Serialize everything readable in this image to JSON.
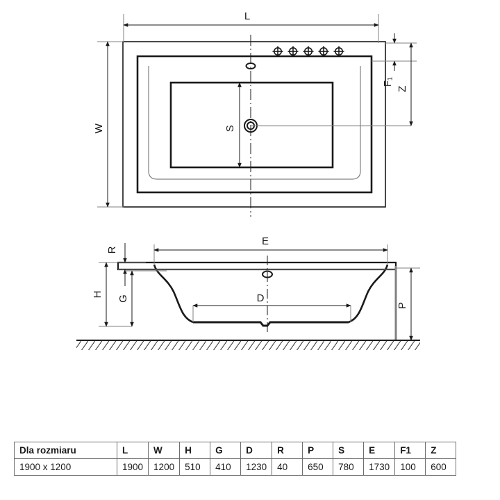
{
  "drawing": {
    "title": "Bathtub technical drawing",
    "top_view": {
      "name": "top-view",
      "dimension_labels": {
        "length": "L",
        "width": "W",
        "seat": "S",
        "flange": "F₁",
        "z": "Z"
      },
      "holes_count": 5,
      "hole_icon": "crosshair-hole-icon",
      "drain_icon": "drain-icon",
      "overflow_icon": "overflow-hole-icon"
    },
    "side_view": {
      "name": "side-view",
      "dimension_labels": {
        "rim": "R",
        "height": "H",
        "depth_inner": "G",
        "top_length": "E",
        "bottom_length": "D",
        "floor_height": "P"
      },
      "ground_icon": "ground-hatch-icon",
      "overflow_icon": "overflow-hole-icon",
      "leg_icon": "support-leg-icon"
    }
  },
  "spec_table": {
    "name": "specification-table",
    "headers": [
      "Dla rozmiaru",
      "L",
      "W",
      "H",
      "G",
      "D",
      "R",
      "P",
      "S",
      "E",
      "F1",
      "Z"
    ],
    "rows": [
      [
        "1900 x 1200",
        "1900",
        "1200",
        "510",
        "410",
        "1230",
        "40",
        "650",
        "780",
        "1730",
        "100",
        "600"
      ]
    ]
  },
  "colors": {
    "line": "#1a1a1a",
    "thin_line": "#808080",
    "table_border": "#6e6e6e",
    "background": "#ffffff"
  }
}
